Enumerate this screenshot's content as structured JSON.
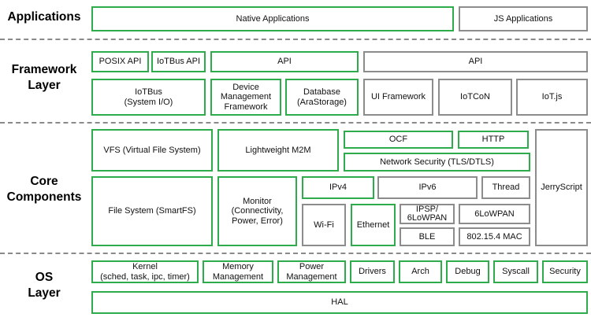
{
  "layers": {
    "applications": "Applications",
    "framework": "Framework\nLayer",
    "core": "Core\nComponents",
    "os": "OS\nLayer"
  },
  "boxes": {
    "native_apps": "Native Applications",
    "js_apps": "JS Applications",
    "posix_api": "POSIX API",
    "iotbus_api": "IoTBus API",
    "api_green": "API",
    "api_gray": "API",
    "iotbus": "IoTBus\n(System I/O)",
    "device_mgmt": "Device\nManagement\nFramework",
    "database": "Database\n(AraStorage)",
    "ui_framework": "UI Framework",
    "iotcon": "IoTCoN",
    "iotjs": "IoT.js",
    "vfs": "VFS (Virtual File System)",
    "lwm2m": "Lightweight M2M",
    "ocf": "OCF",
    "http": "HTTP",
    "net_security": "Network Security (TLS/DTLS)",
    "jerryscript": "JerryScript",
    "file_system": "File System (SmartFS)",
    "monitor": "Monitor\n(Connectivity,\nPower, Error)",
    "ipv4": "IPv4",
    "ipv6": "IPv6",
    "thread": "Thread",
    "wifi": "Wi-Fi",
    "ethernet": "Ethernet",
    "ipsp": "IPSP/\n6LoWPAN",
    "sixlowpan": "6LoWPAN",
    "ble": "BLE",
    "mac": "802.15.4 MAC",
    "kernel": "Kernel\n(sched, task, ipc, timer)",
    "memory": "Memory\nManagement",
    "power": "Power\nManagement",
    "drivers": "Drivers",
    "arch": "Arch",
    "debug": "Debug",
    "syscall": "Syscall",
    "security": "Security",
    "hal": "HAL"
  },
  "colors": {
    "green": "#2eab4a",
    "gray": "#8c8c8c",
    "separator": "#8a8a8a"
  }
}
